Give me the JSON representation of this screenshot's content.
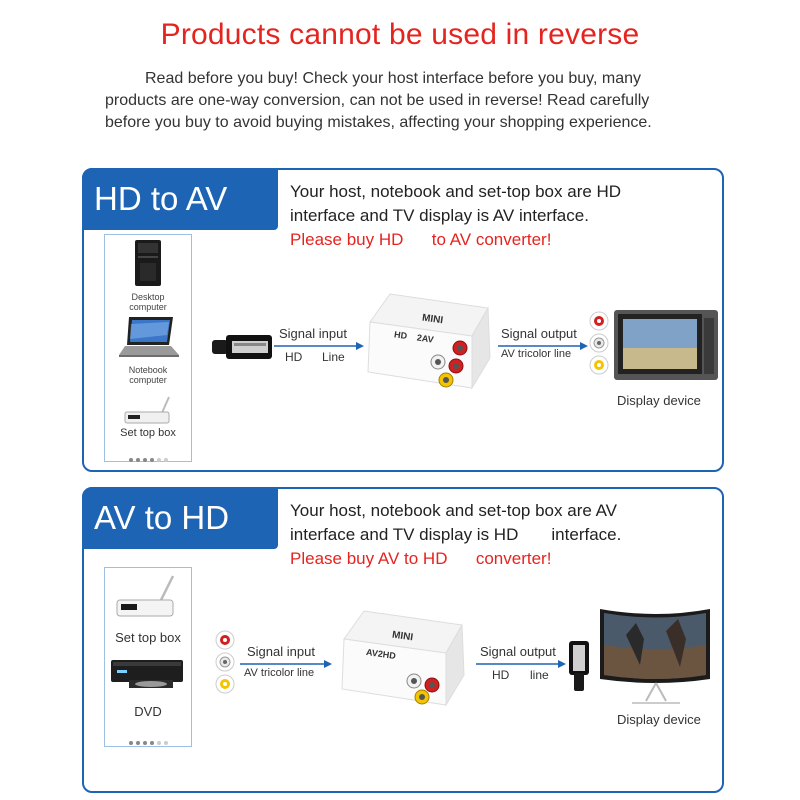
{
  "header": {
    "title": "Products cannot be used in reverse",
    "intro_lines": [
      "Read before you buy! Check your host interface before you buy, many",
      "products are one-way conversion, can not be used in reverse! Read carefully",
      "before you buy to avoid buying mistakes, affecting your shopping experience."
    ]
  },
  "hd_to_av": {
    "tag": "HD to AV",
    "desc_line1": "Your host, notebook and set-top box are HD",
    "desc_line2": "interface and TV display is AV interface.",
    "desc_red": "Please buy HD      to AV converter!",
    "hosts": [
      "Desktop computer",
      "Notebook computer",
      "Set top box"
    ],
    "host_desktop_1": "Desktop",
    "host_desktop_2": "computer",
    "host_notebook_1": "Notebook",
    "host_notebook_2": "computer",
    "host_stb": "Set top box",
    "signal_input": "Signal input",
    "input_line_a": "HD",
    "input_line_b": "Line",
    "signal_output": "Signal output",
    "output_line": "AV tricolor line",
    "device_label": "MINI",
    "device_model": "HD    2AV",
    "display_label": "Display device"
  },
  "av_to_hd": {
    "tag": "AV to HD",
    "desc_line1": "Your host, notebook and set-top box are AV",
    "desc_line2": "interface and TV display is HD       interface.",
    "desc_red": "Please buy AV to HD      converter!",
    "host_stb": "Set top box",
    "host_dvd": "DVD",
    "signal_input": "Signal input",
    "input_line": "AV tricolor line",
    "signal_output": "Signal output",
    "output_line_a": "HD",
    "output_line_b": "line",
    "device_label": "MINI",
    "device_model": "AV2HD",
    "display_label": "Display device"
  },
  "colors": {
    "accent_blue": "#1e64b4",
    "warning_red": "#e52420",
    "rca_red": "#d21f1f",
    "rca_white": "#f2f2f2",
    "rca_yellow": "#f5c400"
  }
}
